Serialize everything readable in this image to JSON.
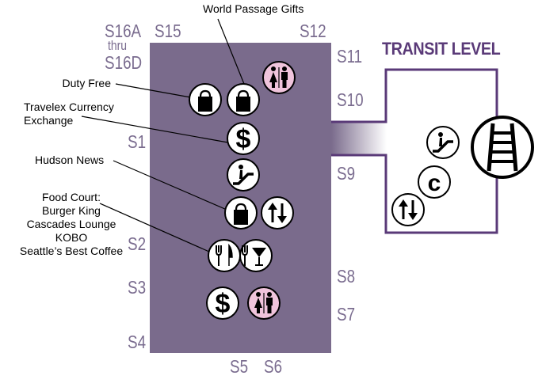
{
  "title": "TRANSIT LEVEL",
  "gates": {
    "s16a": "S16A",
    "thru": "thru",
    "s16d": "S16D",
    "s15": "S15",
    "s12": "S12",
    "s11": "S11",
    "s10": "S10",
    "s1": "S1",
    "s9": "S9",
    "s2": "S2",
    "s8": "S8",
    "s3": "S3",
    "s7": "S7",
    "s4": "S4",
    "s5": "S5",
    "s6": "S6"
  },
  "labels": {
    "world_passage": "World Passage Gifts",
    "duty_free": "Duty Free",
    "travelex_1": "Travelex Currency",
    "travelex_2": "Exchange",
    "hudson": "Hudson News",
    "food_court": [
      "Food Court:",
      "Burger King",
      "Cascades Lounge",
      "KOBO",
      "Seattle’s Best Coffee"
    ]
  },
  "colors": {
    "concourse": "#7a6b8c",
    "transit_outline": "#5a3a78",
    "restroom_bg": "#f0c4dc",
    "icon_bg": "#ffffff"
  },
  "icons": [
    "shopping-bag-icon",
    "restroom-icon",
    "currency-icon",
    "escalator-icon",
    "elevator-icon",
    "dining-icon",
    "bar-icon",
    "train-icon",
    "c-line-icon"
  ]
}
